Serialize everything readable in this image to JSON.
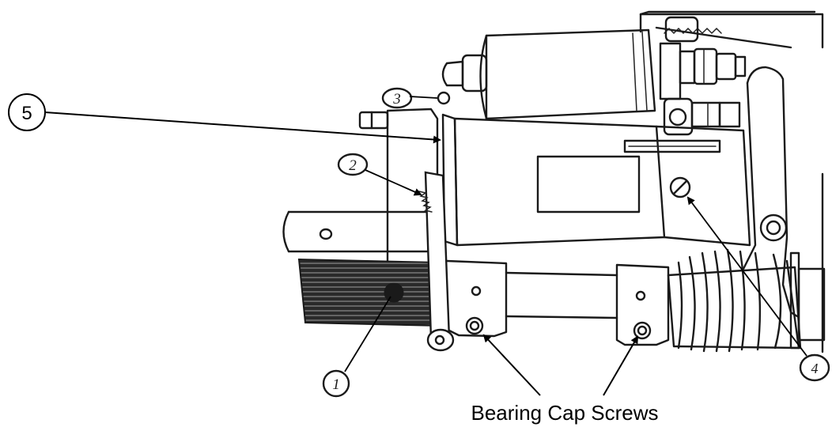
{
  "diagram": {
    "callouts": [
      {
        "id": "1",
        "label": "1"
      },
      {
        "id": "2",
        "label": "2"
      },
      {
        "id": "3",
        "label": "3"
      },
      {
        "id": "4",
        "label": "4"
      },
      {
        "id": "5",
        "label": "5"
      }
    ],
    "caption": "Bearing Cap Screws"
  }
}
